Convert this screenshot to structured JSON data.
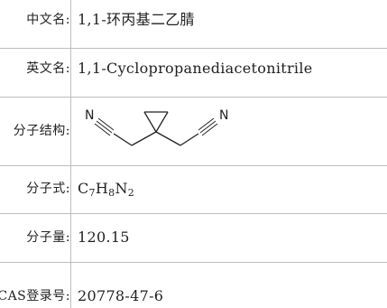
{
  "rows": [
    {
      "label": "中文名:",
      "value": "1,1-环丙基二乙腈"
    },
    {
      "label": "英文名:",
      "value": "1,1-Cyclopropanediacetonitrile"
    },
    {
      "label": "分子结构:",
      "structure_atoms": [
        "N",
        "N"
      ]
    },
    {
      "label": "分子式:",
      "formula": {
        "c": "C",
        "c_n": "7",
        "h": "H",
        "h_n": "8",
        "n": "N",
        "n_n": "2"
      }
    },
    {
      "label": "分子量:",
      "value": "120.15"
    },
    {
      "label": "CAS登录号:",
      "value": "20778-47-6"
    }
  ]
}
